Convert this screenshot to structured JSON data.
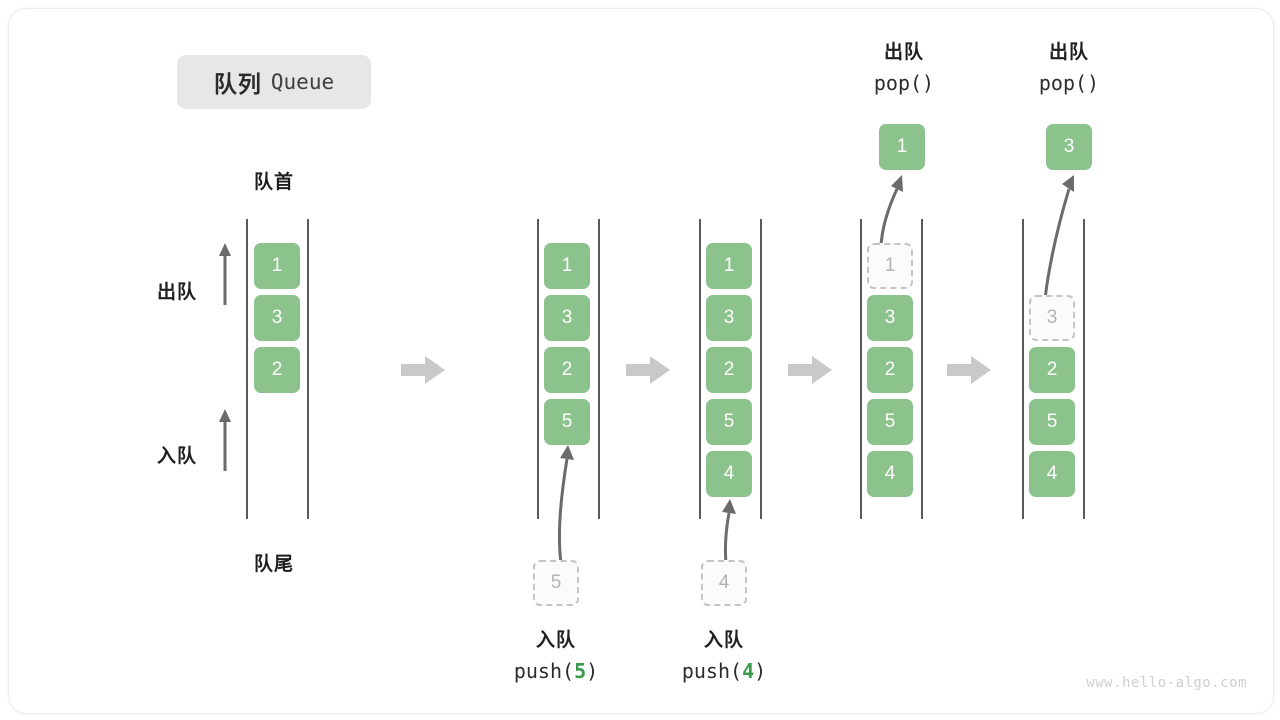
{
  "title": {
    "cn": "队列",
    "en": "Queue"
  },
  "labels": {
    "front": "队首",
    "rear": "队尾",
    "dequeue_side": "出队",
    "enqueue_side": "入队"
  },
  "colors": {
    "box_fill": "#8cc28c",
    "box_text": "#ffffff",
    "ghost_border": "#c4c4c4",
    "ghost_text": "#b4b4b4",
    "rail": "#5a5a5a",
    "arrow": "#6b6b6b",
    "step_arrow": "#c9c9c9",
    "accent_code_number": "#3a9a4e",
    "badge_bg": "#e7e7e7"
  },
  "stages": [
    {
      "id": "initial",
      "items": [
        "1",
        "3",
        "2"
      ],
      "ghost": null,
      "top_label": null,
      "bottom_label": null
    },
    {
      "id": "after-push-5",
      "items": [
        "1",
        "3",
        "2",
        "5"
      ],
      "ghost": {
        "value": "5",
        "position": "bottom-outside"
      },
      "top_label": null,
      "bottom_label": {
        "cn": "入队",
        "code_prefix": "push(",
        "code_num": "5",
        "code_suffix": ")"
      }
    },
    {
      "id": "after-push-4",
      "items": [
        "1",
        "3",
        "2",
        "5",
        "4"
      ],
      "ghost": {
        "value": "4",
        "position": "bottom-outside"
      },
      "top_label": null,
      "bottom_label": {
        "cn": "入队",
        "code_prefix": "push(",
        "code_num": "4",
        "code_suffix": ")"
      }
    },
    {
      "id": "after-pop-1",
      "items": [
        "3",
        "2",
        "5",
        "4"
      ],
      "ghost": {
        "value": "1",
        "position": "slot-0"
      },
      "popped": "1",
      "top_label": {
        "cn": "出队",
        "code": "pop()"
      },
      "bottom_label": null
    },
    {
      "id": "after-pop-3",
      "items": [
        "2",
        "5",
        "4"
      ],
      "ghost": {
        "value": "3",
        "position": "slot-1"
      },
      "popped": "3",
      "top_label": {
        "cn": "出队",
        "code": "pop()"
      },
      "bottom_label": null
    }
  ],
  "watermark": "www.hello-algo.com"
}
